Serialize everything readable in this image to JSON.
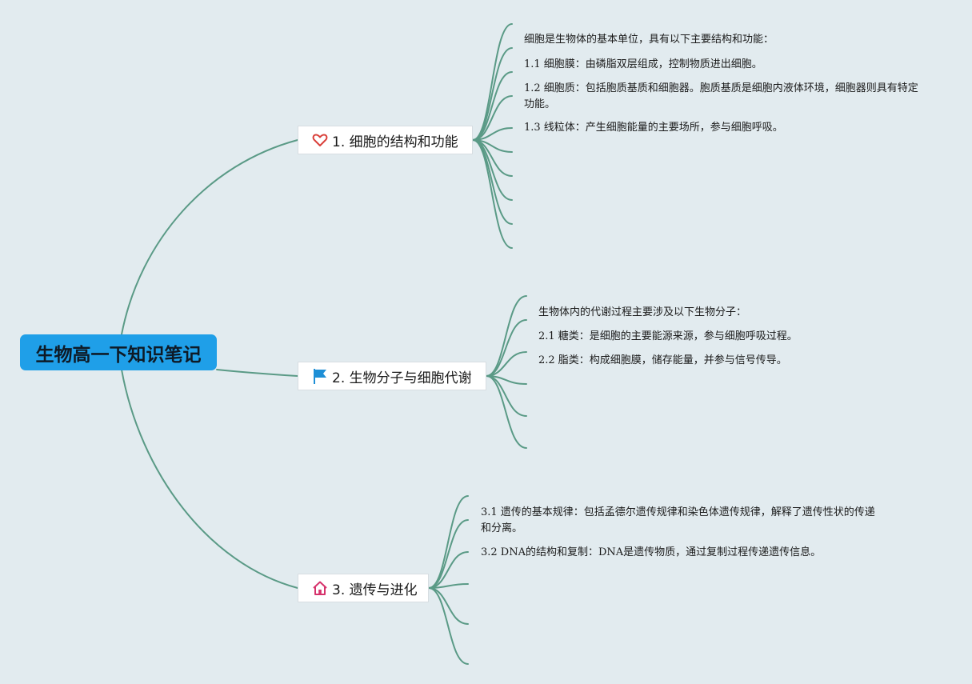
{
  "root": {
    "label": "生物高一下知识笔记"
  },
  "branches": [
    {
      "label": "1. 细胞的结构和功能",
      "icon": "heart-icon",
      "notes": [
        "细胞是生物体的基本单位，具有以下主要结构和功能：",
        "1.1 细胞膜：由磷脂双层组成，控制物质进出细胞。",
        "1.2 细胞质：包括胞质基质和细胞器。胞质基质是细胞内液体环境，细胞器则具有特定功能。",
        "1.3 线粒体：产生细胞能量的主要场所，参与细胞呼吸。"
      ]
    },
    {
      "label": "2. 生物分子与细胞代谢",
      "icon": "flag-icon",
      "notes": [
        "生物体内的代谢过程主要涉及以下生物分子：",
        "2.1 糖类：是细胞的主要能源来源，参与细胞呼吸过程。",
        "2.2 脂类：构成细胞膜，储存能量，并参与信号传导。"
      ]
    },
    {
      "label": "3. 遗传与进化",
      "icon": "home-icon",
      "notes": [
        "3.1 遗传的基本规律：包括孟德尔遗传规律和染色体遗传规律，解释了遗传性状的传递和分离。",
        "3.2 DNA的结构和复制：DNA是遗传物质，通过复制过程传递遗传信息。"
      ]
    }
  ],
  "colors": {
    "background": "#e2ebef",
    "root_fill": "#1f9fe8",
    "connector": "#5a9a86",
    "heart": "#d9403a",
    "flag": "#1e8fd6",
    "home": "#d6336c"
  }
}
